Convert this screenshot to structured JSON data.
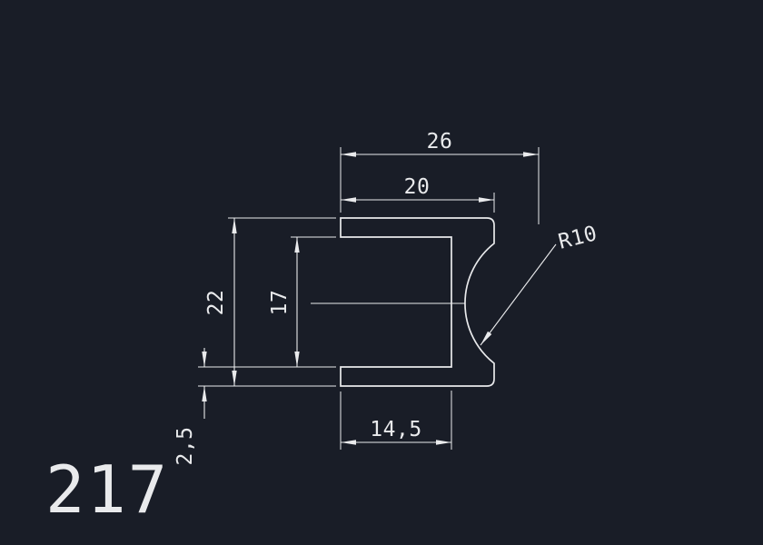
{
  "colors": {
    "background": "#191d27",
    "line": "#e9eaec"
  },
  "drawing": {
    "type": "CAD profile cross-section",
    "part_number": "217",
    "dimensions": {
      "overall_width": "26",
      "top_flange_width": "20",
      "overall_height": "22",
      "inner_height": "17",
      "bottom_flange_width": "14,5",
      "flange_thickness": "2,5",
      "radius": "R10"
    }
  }
}
